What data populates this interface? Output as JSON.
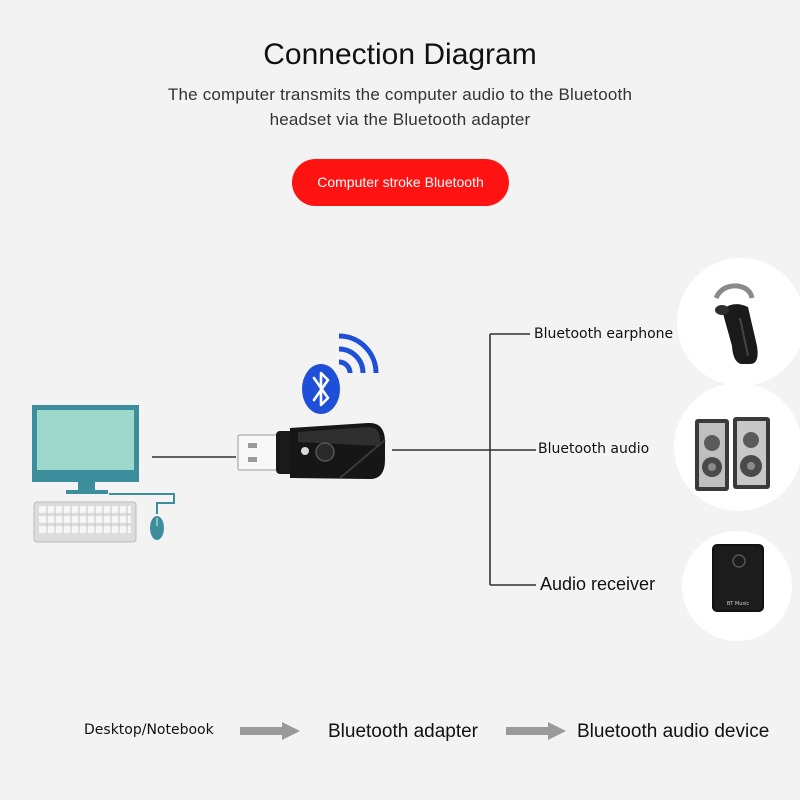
{
  "header": {
    "title": "Connection Diagram",
    "subtitle_line1": "The computer transmits the computer audio to the Bluetooth",
    "subtitle_line2": "headset via the Bluetooth adapter",
    "badge": "Computer stroke Bluetooth"
  },
  "devices": {
    "earphone": "Bluetooth earphone",
    "audio": "Bluetooth audio",
    "receiver": "Audio receiver",
    "receiver_device_text": "BT Music"
  },
  "flow": {
    "step1": "Desktop/Notebook",
    "step2": "Bluetooth adapter",
    "step3": "Bluetooth audio device"
  },
  "colors": {
    "badge": "#ff1212",
    "bluetooth_blue": "#1f4fd8",
    "monitor_screen": "#9ed8cc",
    "monitor_frame": "#3c8e9c"
  }
}
